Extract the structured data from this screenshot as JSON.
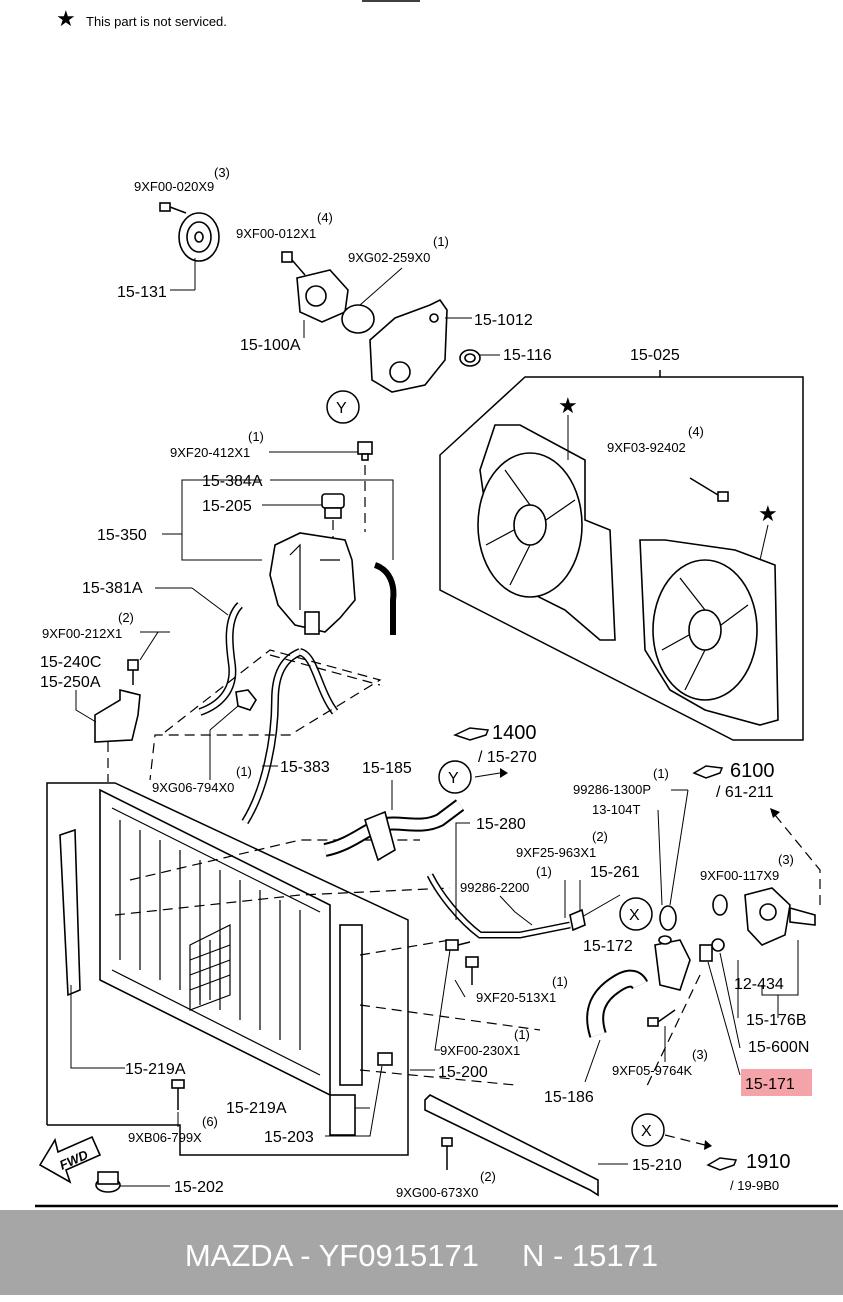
{
  "note": {
    "symbol": "★",
    "text": "This part is not serviced."
  },
  "callouts": {
    "c1400": {
      "num": "1400",
      "ref": "/ 15-270"
    },
    "c6100": {
      "num": "6100",
      "ref": "/ 61-211"
    },
    "c1910": {
      "num": "1910",
      "ref": "/ 19-9B0"
    },
    "markers": {
      "y": "Y",
      "x": "X"
    }
  },
  "labels": {
    "p9xf00_020x9": "9XF00-020X9",
    "q3a": "(3)",
    "p9xf00_012x1": "9XF00-012X1",
    "q4a": "(4)",
    "p9xg02_259x0": "9XG02-259X0",
    "q1a": "(1)",
    "p15_131": "15-131",
    "p15_100a": "15-100A",
    "p15_1012": "15-1012",
    "p15_116": "15-116",
    "p15_025": "15-025",
    "p9xf03_92402": "9XF03-92402",
    "q4b": "(4)",
    "p9xf20_412x1": "9XF20-412X1",
    "q1b": "(1)",
    "p15_384a": "15-384A",
    "p15_205": "15-205",
    "p15_350": "15-350",
    "p15_381a": "15-381A",
    "p9xf00_212x1": "9XF00-212X1",
    "q2a": "(2)",
    "p15_240c": "15-240C",
    "p15_250a": "15-250A",
    "p9xg06_794x0": "9XG06-794X0",
    "q1c": "(1)",
    "p15_383": "15-383",
    "p15_185": "15-185",
    "p15_280": "15-280",
    "p99286_1300p": "99286-1300P",
    "q1d": "(1)",
    "p13_104t": "13-104T",
    "p9xf25_963x1": "9XF25-963X1",
    "q2b": "(2)",
    "p99286_2200": "99286-2200",
    "q1e": "(1)",
    "p15_261": "15-261",
    "p9xf00_117x9": "9XF00-117X9",
    "q3b": "(3)",
    "p15_172": "15-172",
    "p12_434": "12-434",
    "p15_176b": "15-176B",
    "p9xf20_513x1": "9XF20-513X1",
    "q1f": "(1)",
    "p15_600n": "15-600N",
    "p9xf00_230x1": "9XF00-230X1",
    "q1g": "(1)",
    "p15_219a_1": "15-219A",
    "p15_200": "15-200",
    "p15_186": "15-186",
    "p9xf05_9764k": "9XF05-9764K",
    "q3c": "(3)",
    "p15_171": "15-171",
    "p9xb06_799x": "9XB06-799X",
    "q6": "(6)",
    "p15_219a_2": "15-219A",
    "p15_203": "15-203",
    "p15_210": "15-210",
    "p15_202": "15-202",
    "p9xg00_673x0": "9XG00-673X0",
    "q2c": "(2)",
    "fwd": "FWD"
  },
  "highlight_color": "#f4a3a8",
  "footer": {
    "brand": "MAZDA - YF0915171",
    "code": "N - 15171"
  }
}
